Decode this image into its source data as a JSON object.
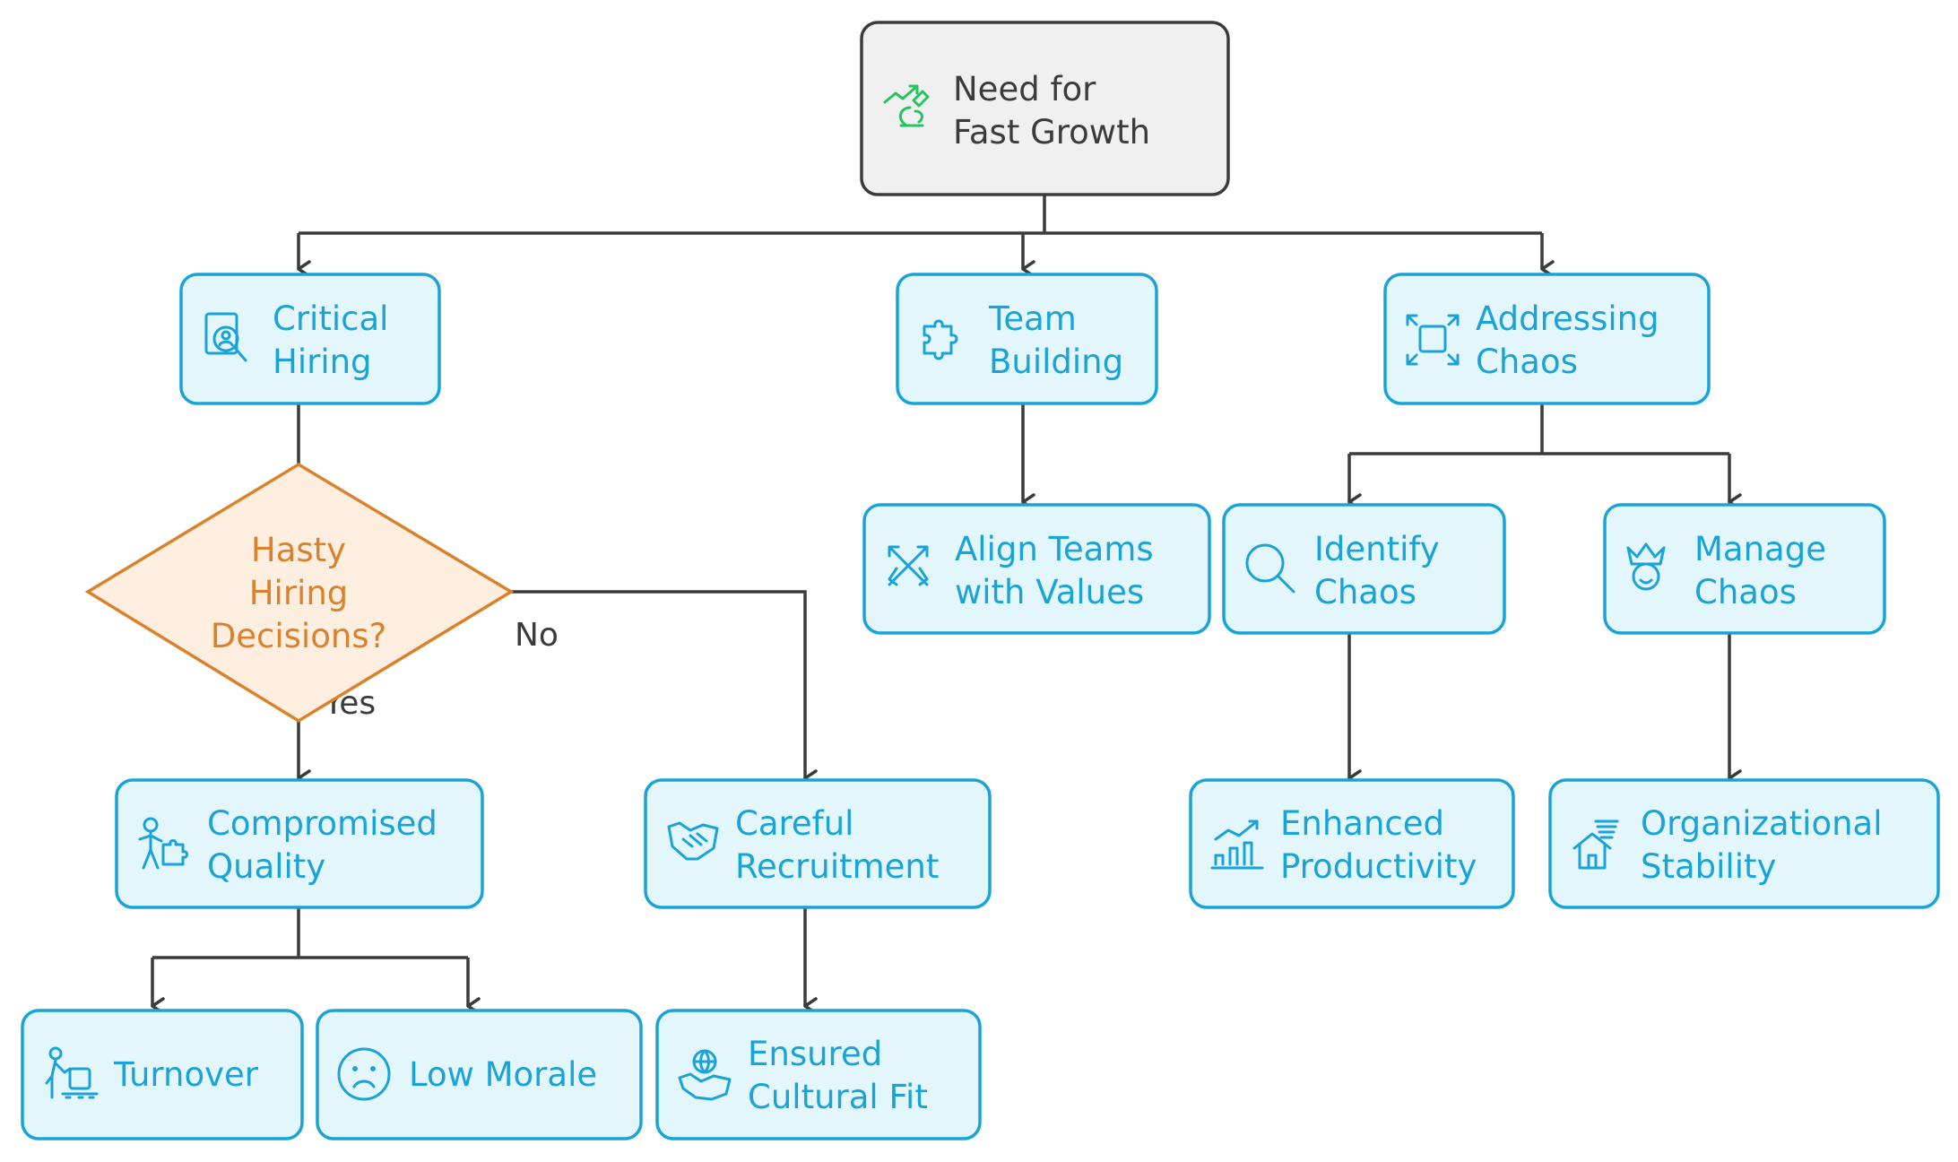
{
  "colors": {
    "accent_blue": "#1aa3d6",
    "node_fill_blue": "#e3f6fc",
    "root_fill": "#f0f0f0",
    "decision_orange": "#d9822b",
    "decision_fill": "#fdeee0",
    "edge_color": "#3b3b3b",
    "icon_green": "#22c55e"
  },
  "nodes": {
    "root": {
      "line1": "Need for",
      "line2": "Fast Growth",
      "icon": "growth-rocket-icon"
    },
    "critical_hiring": {
      "line1": "Critical",
      "line2": "Hiring",
      "icon": "candidate-search-icon"
    },
    "team_building": {
      "line1": "Team",
      "line2": "Building",
      "icon": "puzzle-icon"
    },
    "addressing_chaos": {
      "line1": "Addressing",
      "line2": "Chaos",
      "icon": "expand-arrows-icon"
    },
    "hasty_hiring": {
      "line1": "Hasty",
      "line2": "Hiring",
      "line3": "Decisions?"
    },
    "align_teams": {
      "line1": "Align Teams",
      "line2": "with Values",
      "icon": "crossed-arrows-icon"
    },
    "identify_chaos": {
      "line1": "Identify",
      "line2": "Chaos",
      "icon": "magnifier-icon"
    },
    "manage_chaos": {
      "line1": "Manage",
      "line2": "Chaos",
      "icon": "crowned-face-icon"
    },
    "compromised_quality": {
      "line1": "Compromised",
      "line2": "Quality",
      "icon": "person-puzzle-icon"
    },
    "careful_recruitment": {
      "line1": "Careful",
      "line2": "Recruitment",
      "icon": "handshake-icon"
    },
    "enhanced_productivity": {
      "line1": "Enhanced",
      "line2": "Productivity",
      "icon": "bar-chart-up-icon"
    },
    "organizational_stability": {
      "line1": "Organizational",
      "line2": "Stability",
      "icon": "house-tornado-icon"
    },
    "turnover": {
      "line1": "Turnover",
      "icon": "luggage-person-icon"
    },
    "low_morale": {
      "line1": "Low Morale",
      "icon": "sad-face-icon"
    },
    "ensured_fit": {
      "line1": "Ensured",
      "line2": "Cultural Fit",
      "icon": "globe-handshake-icon"
    }
  },
  "edge_labels": {
    "yes": "Yes",
    "no": "No"
  }
}
